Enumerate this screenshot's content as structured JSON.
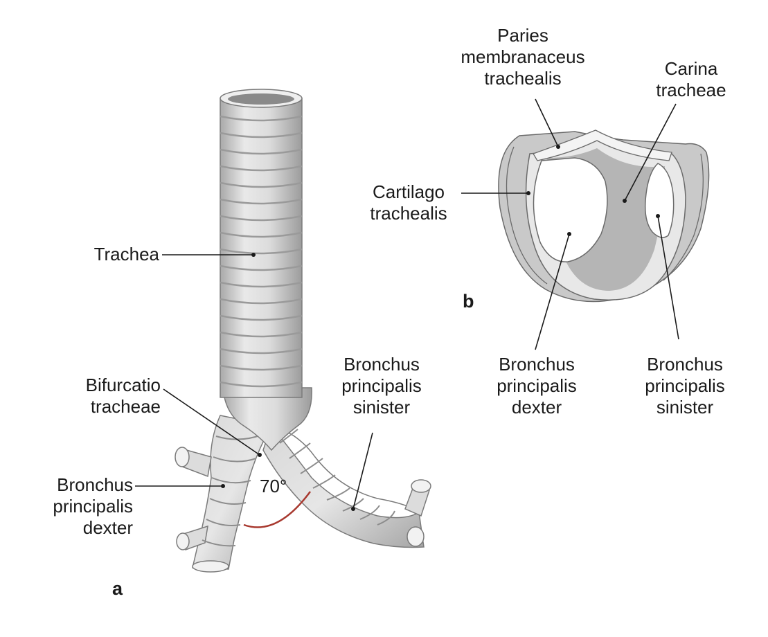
{
  "panel_a": {
    "letter": "a",
    "angle_label": "70°",
    "labels": {
      "trachea": "Trachea",
      "bifurcatio": [
        "Bifurcatio",
        "tracheae"
      ],
      "bronchus_dexter": [
        "Bronchus",
        "principalis",
        "dexter"
      ],
      "bronchus_sinister": [
        "Bronchus",
        "principalis",
        "sinister"
      ]
    }
  },
  "panel_b": {
    "letter": "b",
    "labels": {
      "paries": [
        "Paries",
        "membranaceus",
        "trachealis"
      ],
      "carina": [
        "Carina",
        "tracheae"
      ],
      "cartilago": [
        "Cartilago",
        "trachealis"
      ],
      "bronchus_dexter": [
        "Bronchus",
        "principalis",
        "dexter"
      ],
      "bronchus_sinister": [
        "Bronchus",
        "principalis",
        "sinister"
      ]
    }
  },
  "colors": {
    "tissue_light": "#e2e2e2",
    "tissue_mid": "#c9c9c9",
    "tissue_dark": "#9a9a9a",
    "angle_arc": "#a8392f",
    "lumen": "#ffffff"
  }
}
